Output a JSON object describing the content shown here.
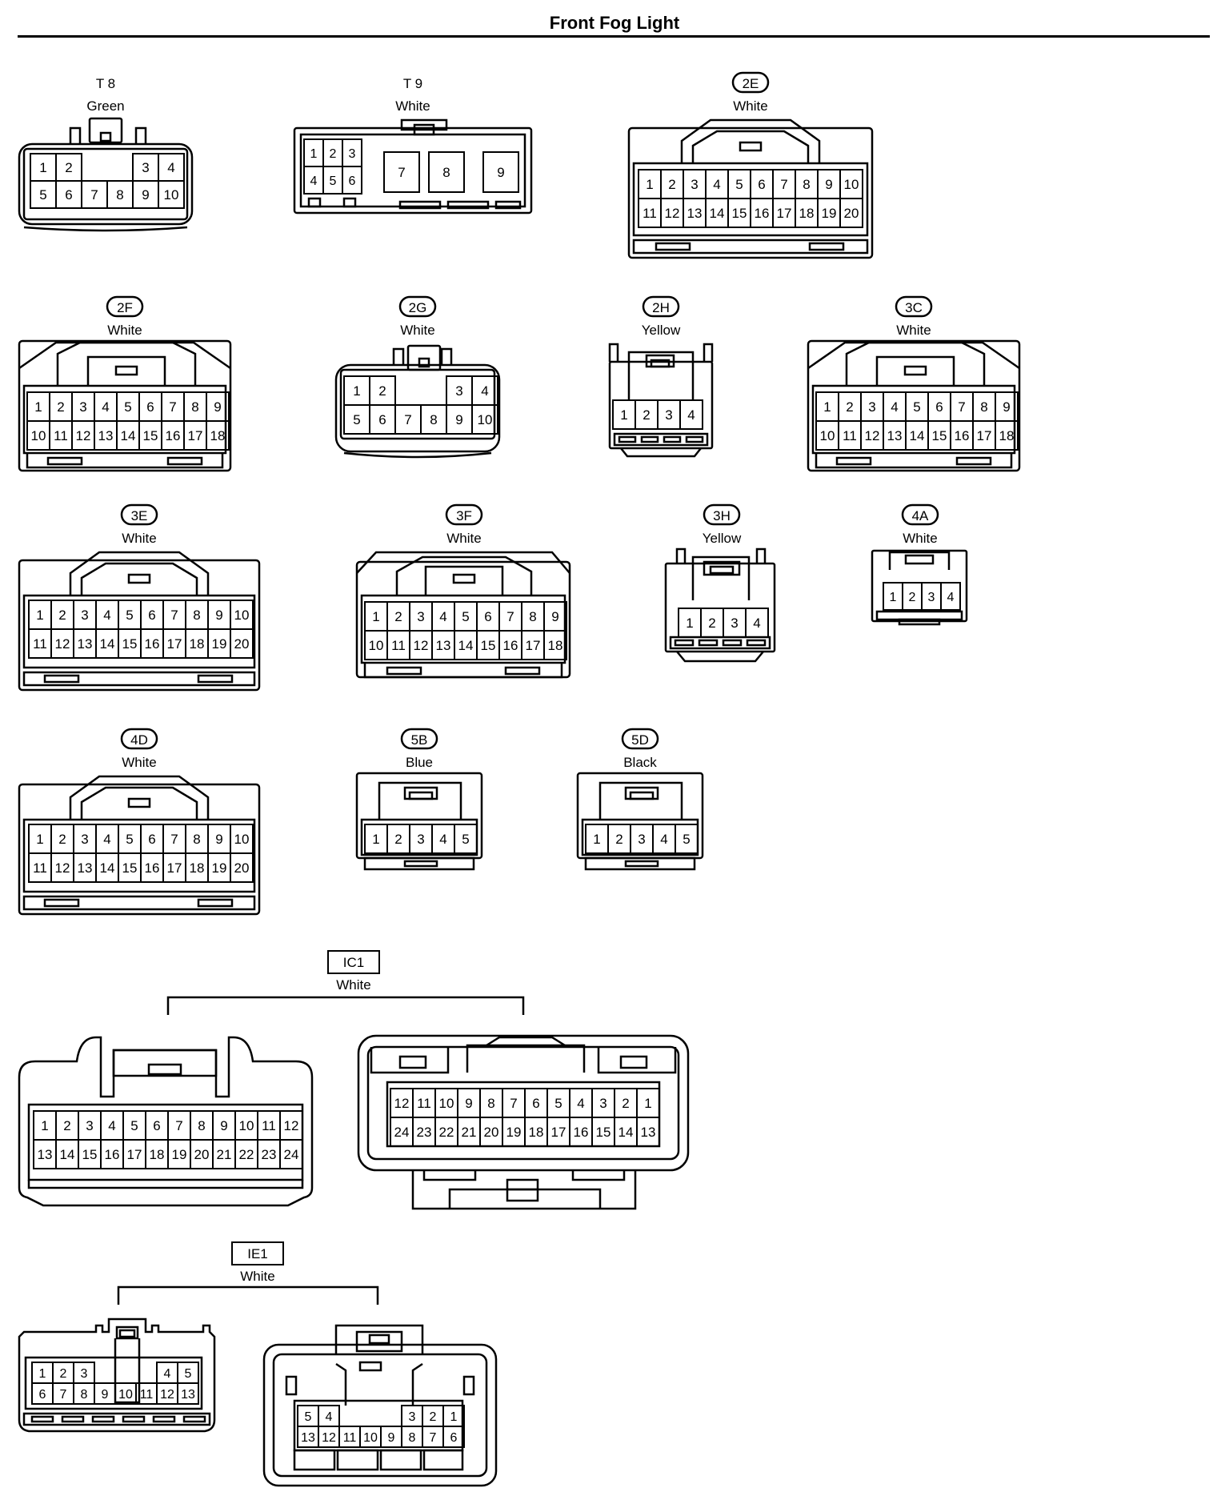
{
  "title": "Front Fog Light",
  "colors": {
    "line": "#000000",
    "background": "#ffffff"
  },
  "connectors": [
    {
      "id": "T8",
      "label": "T 8",
      "badge": "none",
      "color": "Green",
      "rows": [
        [
          "1",
          "2",
          "",
          "3",
          "4"
        ],
        [
          "5",
          "6",
          "7",
          "8",
          "9",
          "10"
        ]
      ]
    },
    {
      "id": "T9",
      "label": "T 9",
      "badge": "none",
      "color": "White",
      "rows": [
        [
          "1",
          "2",
          "3"
        ],
        [
          "4",
          "5",
          "6"
        ]
      ],
      "big_pins": [
        "7",
        "8",
        "9"
      ]
    },
    {
      "id": "2E",
      "label": "2E",
      "badge": "oval",
      "color": "White",
      "rows": [
        [
          "1",
          "2",
          "3",
          "4",
          "5",
          "6",
          "7",
          "8",
          "9",
          "10"
        ],
        [
          "11",
          "12",
          "13",
          "14",
          "15",
          "16",
          "17",
          "18",
          "19",
          "20"
        ]
      ]
    },
    {
      "id": "2F",
      "label": "2F",
      "badge": "oval",
      "color": "White",
      "rows": [
        [
          "1",
          "2",
          "3",
          "4",
          "5",
          "6",
          "7",
          "8",
          "9"
        ],
        [
          "10",
          "11",
          "12",
          "13",
          "14",
          "15",
          "16",
          "17",
          "18"
        ]
      ]
    },
    {
      "id": "2G",
      "label": "2G",
      "badge": "oval",
      "color": "White",
      "rows": [
        [
          "1",
          "2",
          "",
          "3",
          "4"
        ],
        [
          "5",
          "6",
          "7",
          "8",
          "9",
          "10"
        ]
      ]
    },
    {
      "id": "2H",
      "label": "2H",
      "badge": "oval",
      "color": "Yellow",
      "rows": [
        [
          "1",
          "2",
          "3",
          "4"
        ]
      ]
    },
    {
      "id": "3C",
      "label": "3C",
      "badge": "oval",
      "color": "White",
      "rows": [
        [
          "1",
          "2",
          "3",
          "4",
          "5",
          "6",
          "7",
          "8",
          "9"
        ],
        [
          "10",
          "11",
          "12",
          "13",
          "14",
          "15",
          "16",
          "17",
          "18"
        ]
      ]
    },
    {
      "id": "3E",
      "label": "3E",
      "badge": "oval",
      "color": "White",
      "rows": [
        [
          "1",
          "2",
          "3",
          "4",
          "5",
          "6",
          "7",
          "8",
          "9",
          "10"
        ],
        [
          "11",
          "12",
          "13",
          "14",
          "15",
          "16",
          "17",
          "18",
          "19",
          "20"
        ]
      ]
    },
    {
      "id": "3F",
      "label": "3F",
      "badge": "oval",
      "color": "White",
      "rows": [
        [
          "1",
          "2",
          "3",
          "4",
          "5",
          "6",
          "7",
          "8",
          "9"
        ],
        [
          "10",
          "11",
          "12",
          "13",
          "14",
          "15",
          "16",
          "17",
          "18"
        ]
      ]
    },
    {
      "id": "3H",
      "label": "3H",
      "badge": "oval",
      "color": "Yellow",
      "rows": [
        [
          "1",
          "2",
          "3",
          "4"
        ]
      ]
    },
    {
      "id": "4A",
      "label": "4A",
      "badge": "oval",
      "color": "White",
      "rows": [
        [
          "1",
          "2",
          "3",
          "4"
        ]
      ]
    },
    {
      "id": "4D",
      "label": "4D",
      "badge": "oval",
      "color": "White",
      "rows": [
        [
          "1",
          "2",
          "3",
          "4",
          "5",
          "6",
          "7",
          "8",
          "9",
          "10"
        ],
        [
          "11",
          "12",
          "13",
          "14",
          "15",
          "16",
          "17",
          "18",
          "19",
          "20"
        ]
      ]
    },
    {
      "id": "5B",
      "label": "5B",
      "badge": "oval",
      "color": "Blue",
      "rows": [
        [
          "1",
          "2",
          "3",
          "4",
          "5"
        ]
      ]
    },
    {
      "id": "5D",
      "label": "5D",
      "badge": "oval",
      "color": "Black",
      "rows": [
        [
          "1",
          "2",
          "3",
          "4",
          "5"
        ]
      ]
    }
  ],
  "junction_connectors": [
    {
      "id": "IC1",
      "label": "IC1",
      "badge": "box",
      "color": "White",
      "left_rows": [
        [
          "1",
          "2",
          "3",
          "4",
          "5",
          "6",
          "7",
          "8",
          "9",
          "10",
          "11",
          "12"
        ],
        [
          "13",
          "14",
          "15",
          "16",
          "17",
          "18",
          "19",
          "20",
          "21",
          "22",
          "23",
          "24"
        ]
      ],
      "right_rows": [
        [
          "12",
          "11",
          "10",
          "9",
          "8",
          "7",
          "6",
          "5",
          "4",
          "3",
          "2",
          "1"
        ],
        [
          "24",
          "23",
          "22",
          "21",
          "20",
          "19",
          "18",
          "17",
          "16",
          "15",
          "14",
          "13"
        ]
      ]
    },
    {
      "id": "IE1",
      "label": "IE1",
      "badge": "box",
      "color": "White",
      "left_rows": [
        [
          "1",
          "2",
          "3",
          "",
          "4",
          "5"
        ],
        [
          "6",
          "7",
          "8",
          "9",
          "10",
          "11",
          "12",
          "13"
        ]
      ],
      "right_rows": [
        [
          "5",
          "4",
          "",
          "3",
          "2",
          "1"
        ],
        [
          "13",
          "12",
          "11",
          "10",
          "9",
          "8",
          "7",
          "6"
        ]
      ]
    }
  ]
}
